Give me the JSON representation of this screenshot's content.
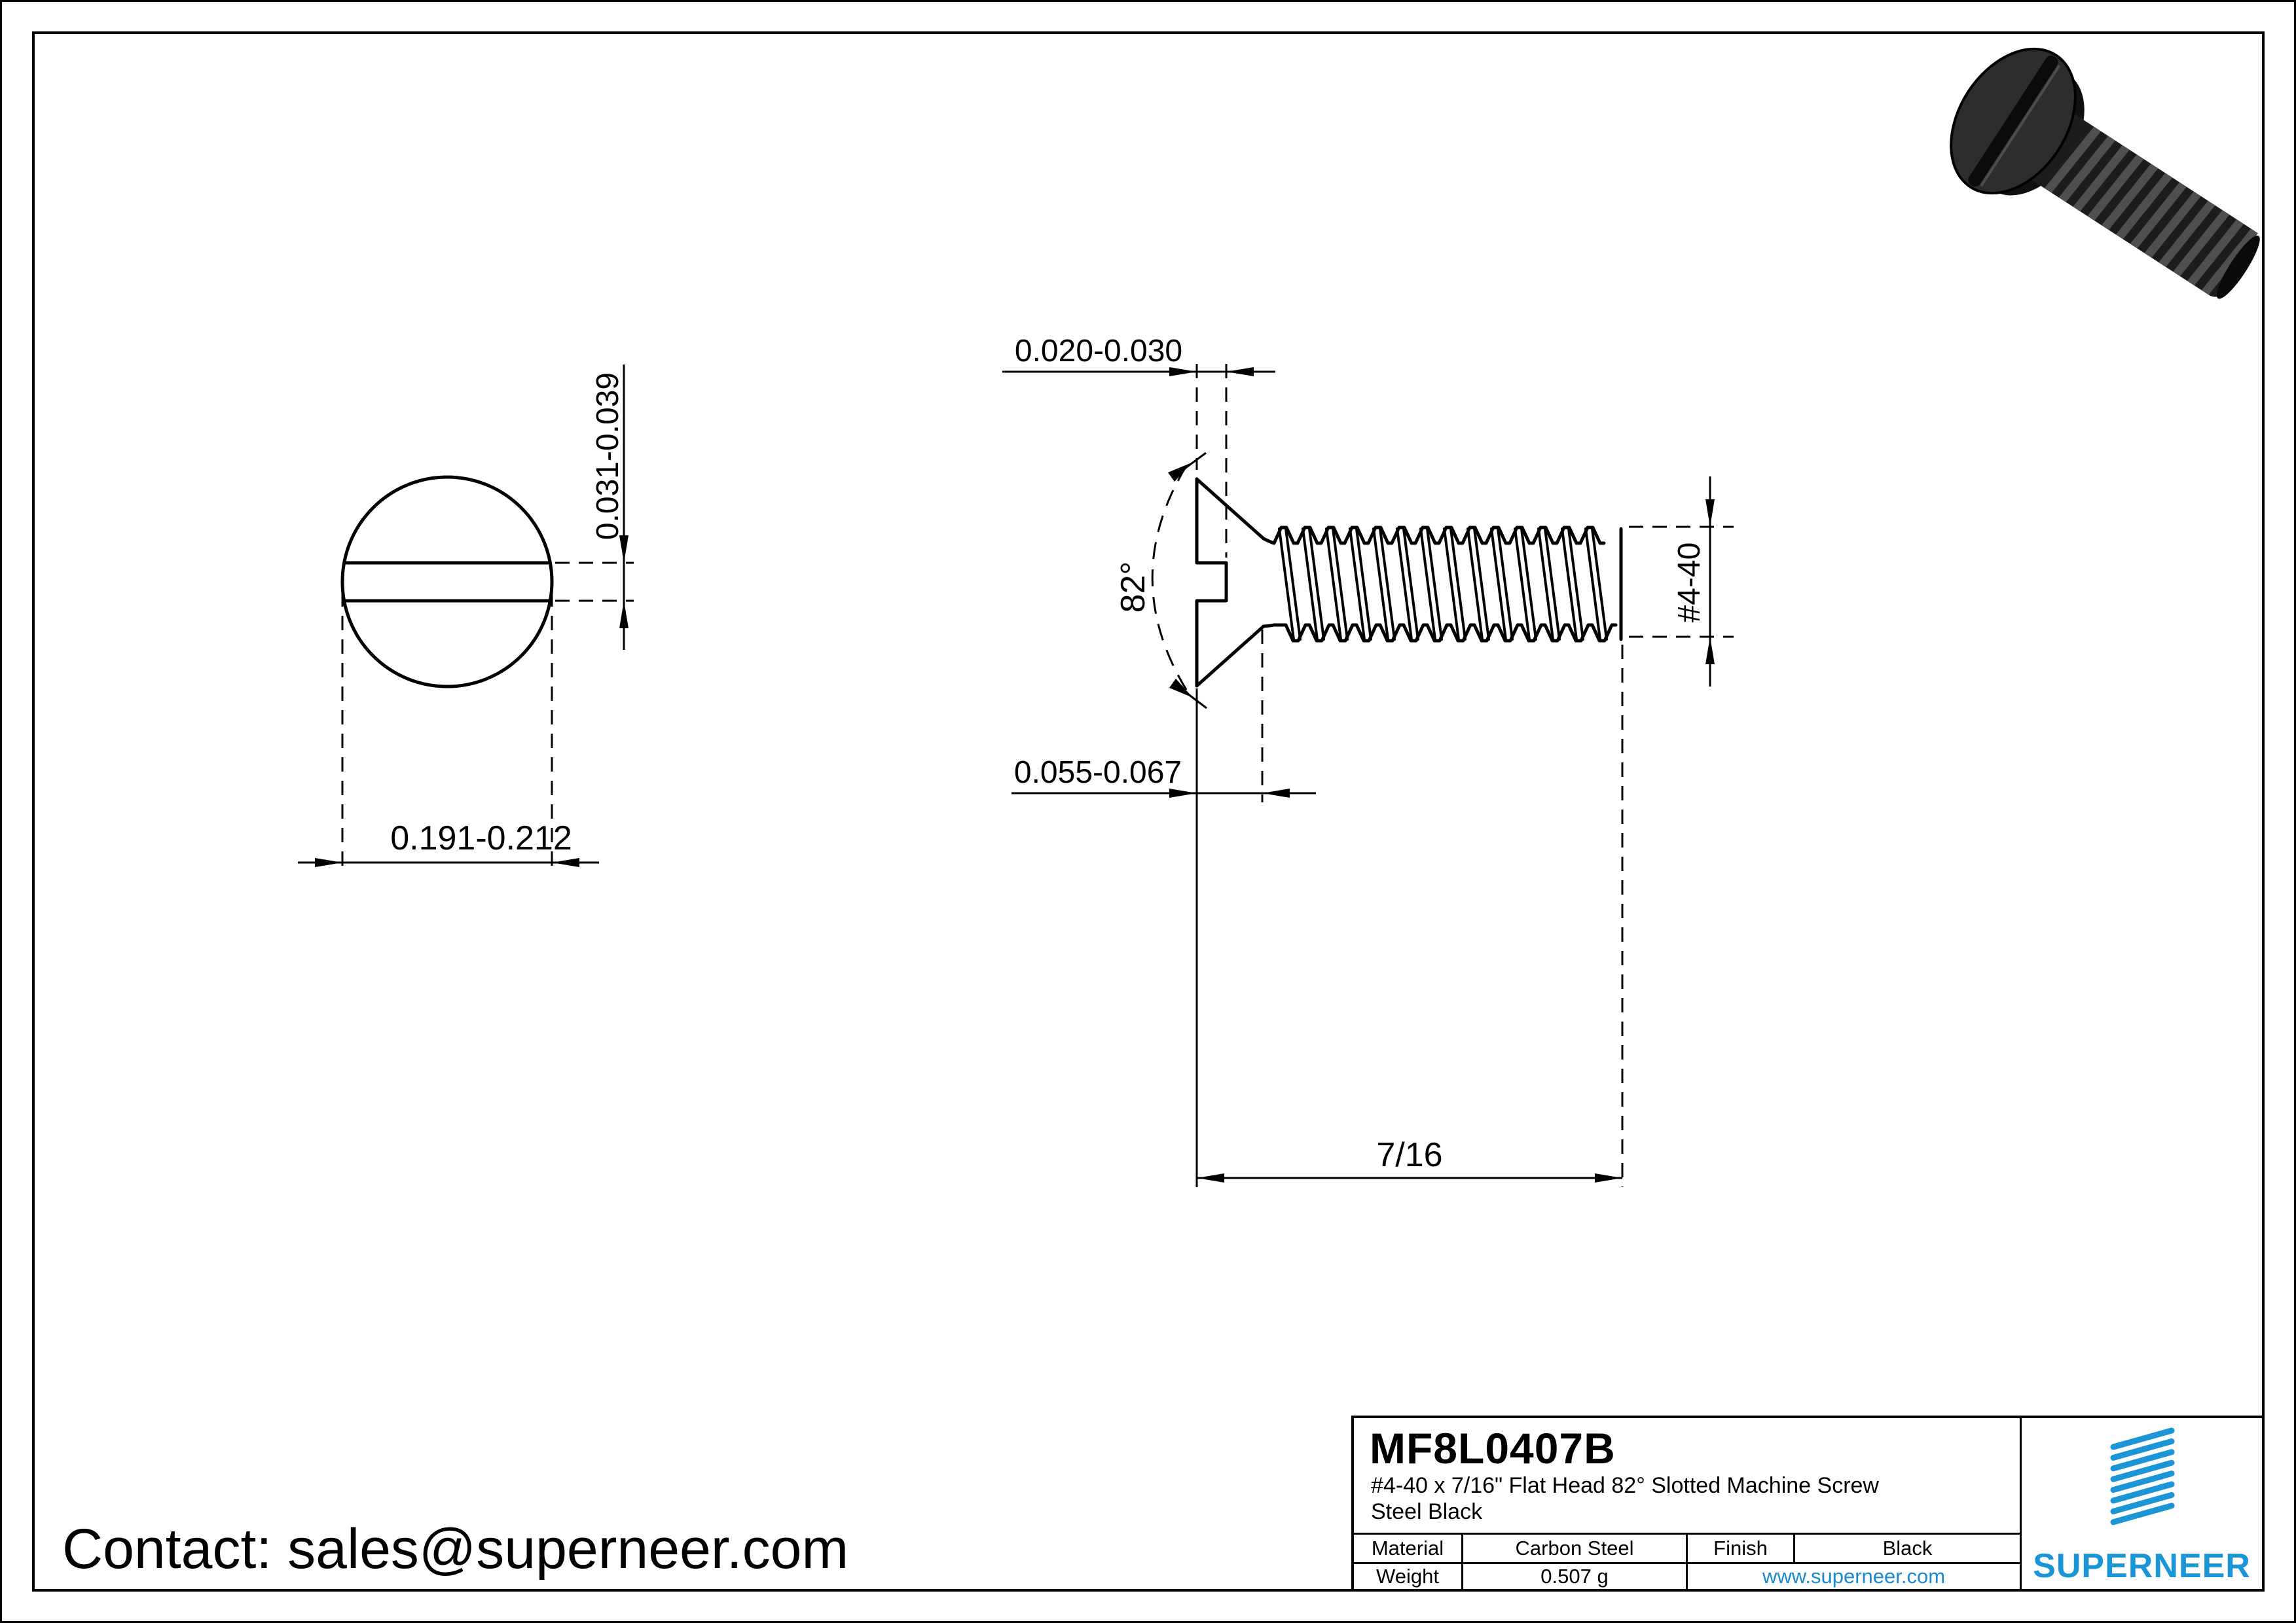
{
  "contact": {
    "text": "Contact: sales@superneer.com"
  },
  "drawing": {
    "front_view": {
      "dim_slot_width": "0.031-0.039",
      "dim_head_diameter": "0.191-0.212"
    },
    "side_view": {
      "dim_slot_depth": "0.020-0.030",
      "dim_head_angle": "82°",
      "dim_head_height": "0.055-0.067",
      "dim_length": "7/16",
      "dim_thread_size": "#4-40"
    }
  },
  "title_block": {
    "part_number": "MF8L0407B",
    "description_line1": "#4-40 x 7/16\" Flat Head 82° Slotted Machine Screw",
    "description_line2": "Steel Black",
    "material_label": "Material",
    "material_value": "Carbon Steel",
    "finish_label": "Finish",
    "finish_value": "Black",
    "weight_label": "Weight",
    "weight_value": "0.507 g",
    "website": "www.superneer.com",
    "brand": "SUPERNEER",
    "colors": {
      "brand_blue": "#1B95D5",
      "link_blue": "#1989D2",
      "line_black": "#000000",
      "screw_render_dark": "#1c1c1c"
    }
  }
}
